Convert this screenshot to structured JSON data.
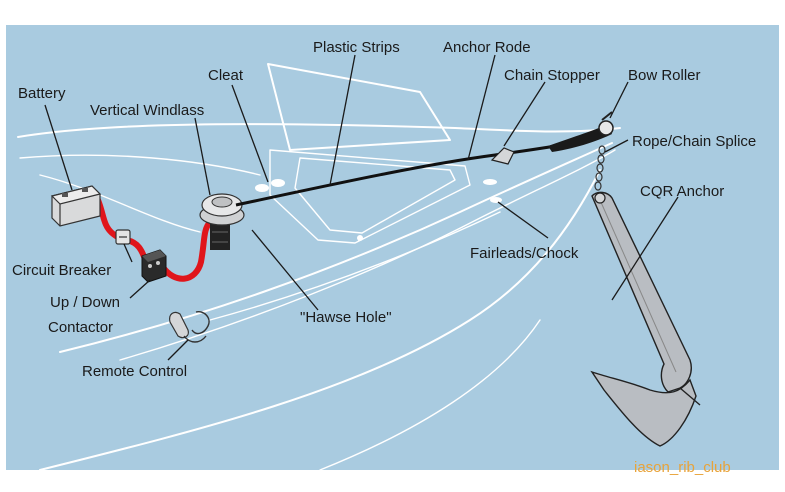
{
  "diagram": {
    "background_color": "#a9cbe0",
    "frame_color": "#ffffff",
    "wire_color": "#e0151b",
    "rode_color": "#111111",
    "anchor_color": "#b9bdc2",
    "labels": {
      "battery": "Battery",
      "vertical_windlass": "Vertical Windlass",
      "cleat": "Cleat",
      "plastic_strips": "Plastic Strips",
      "anchor_rode": "Anchor Rode",
      "chain_stopper": "Chain Stopper",
      "bow_roller": "Bow Roller",
      "rope_chain_splice": "Rope/Chain Splice",
      "cqr_anchor": "CQR Anchor",
      "fairleads_chock": "Fairleads/Chock",
      "circuit_breaker": "Circuit Breaker",
      "up_down_contactor_line1": "Up / Down",
      "up_down_contactor_line2": "Contactor",
      "hawse_hole": "\"Hawse Hole\"",
      "remote_control": "Remote Control"
    },
    "watermark": {
      "text": "iason_rib_club",
      "color": "#e8a33a"
    }
  }
}
